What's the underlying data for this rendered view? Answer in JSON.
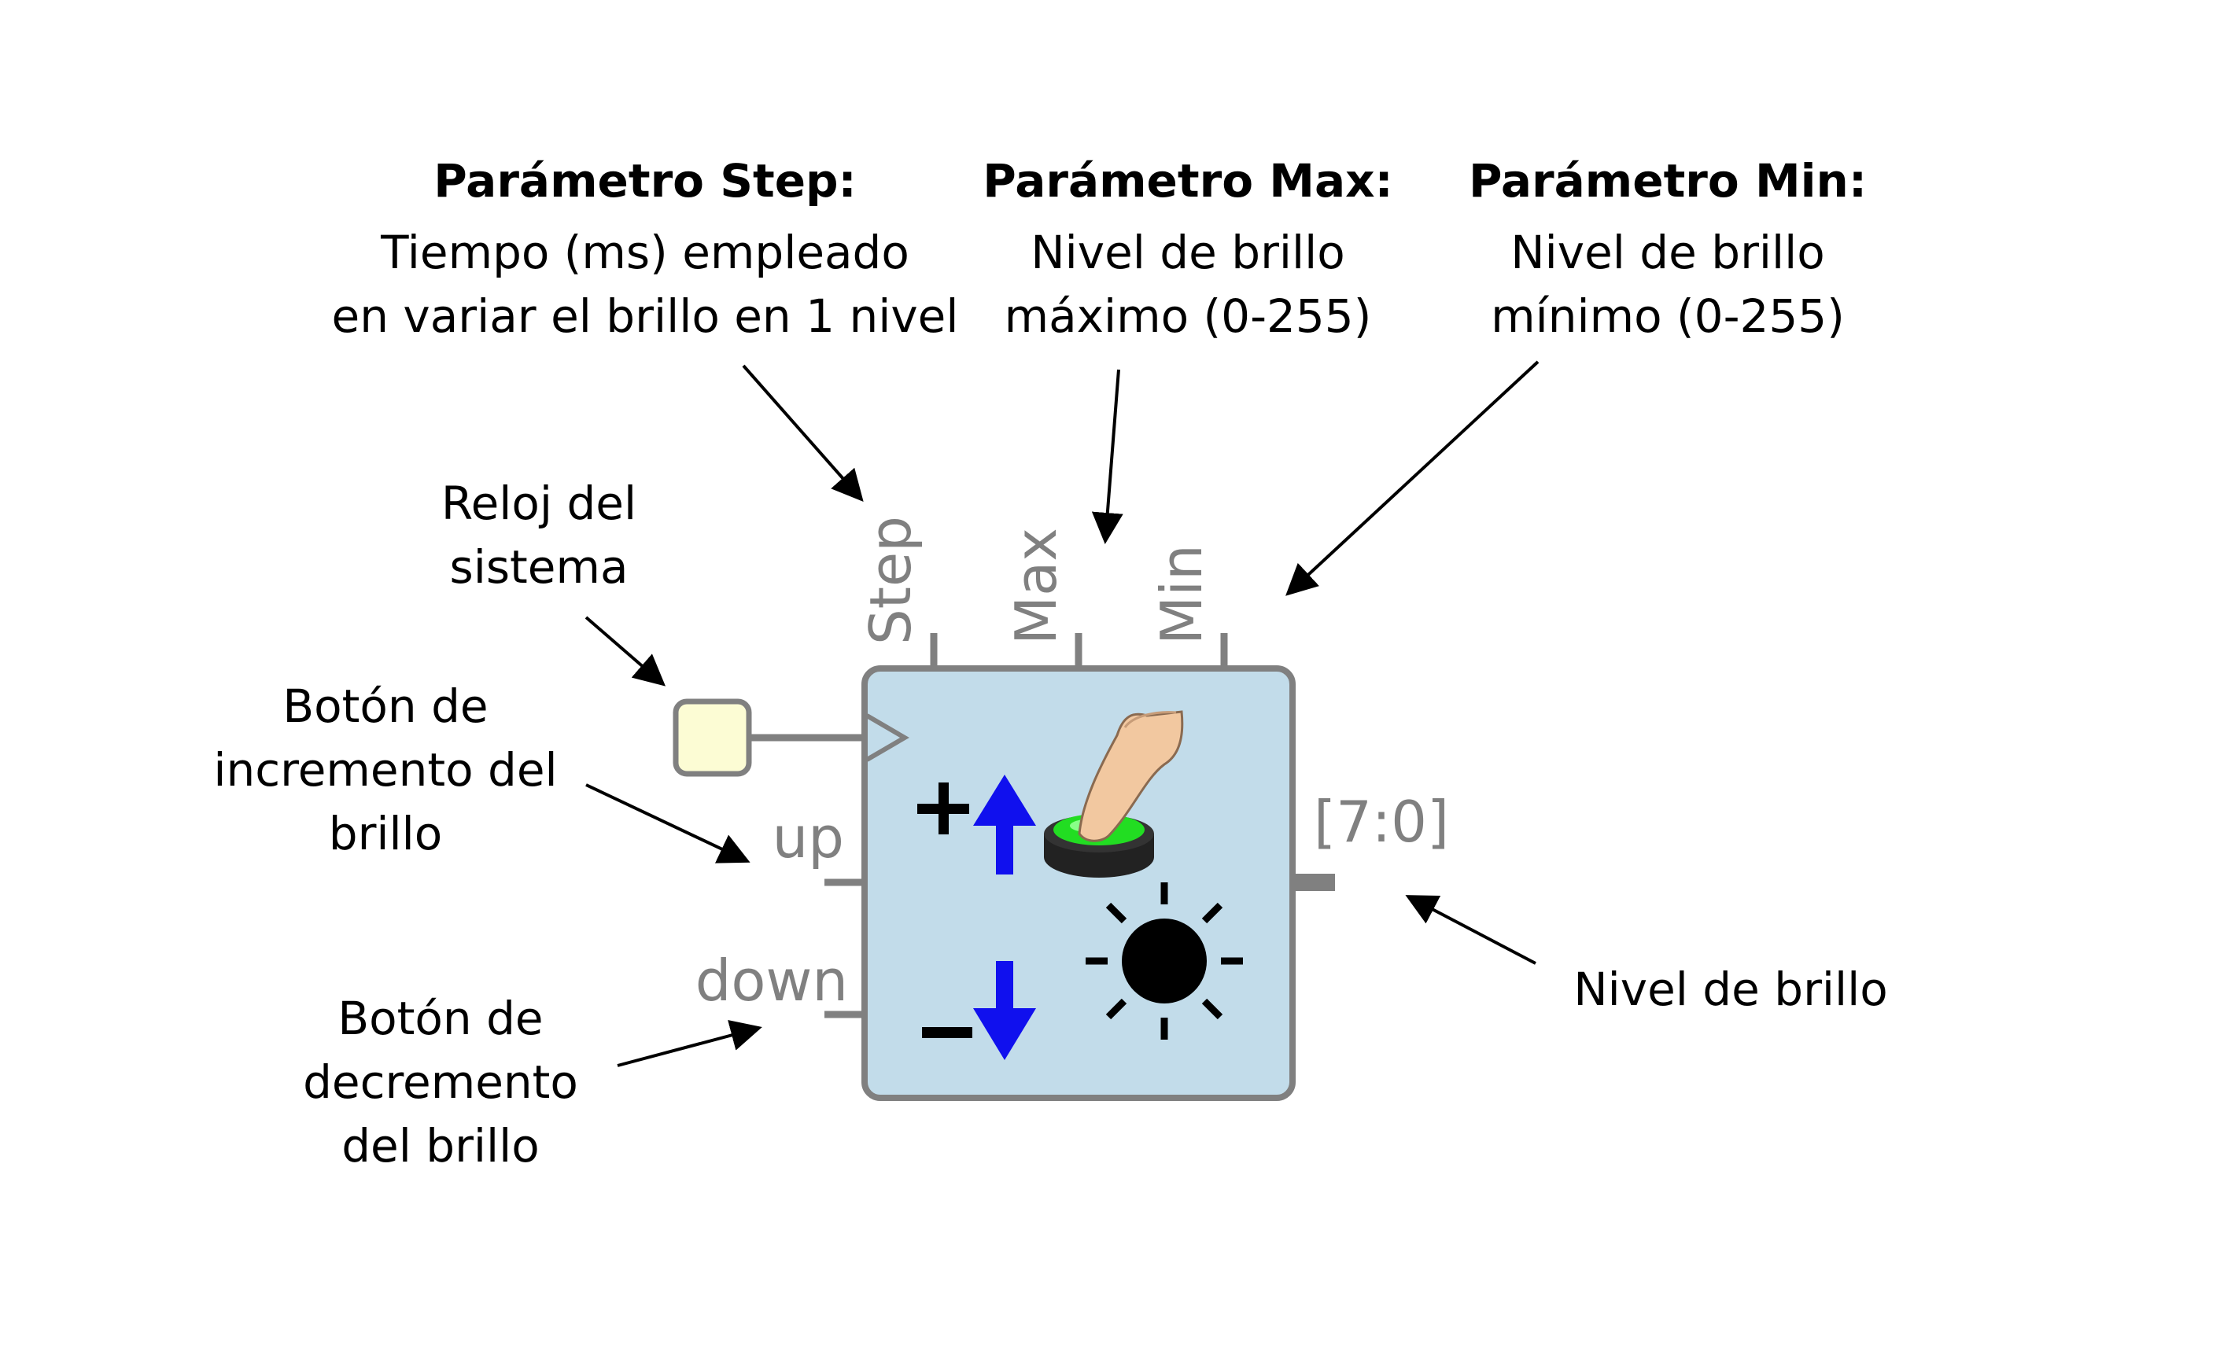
{
  "annotations": {
    "step": {
      "heading": "Parámetro Step:",
      "lines": [
        "Tiempo (ms) empleado",
        "en variar el brillo en 1 nivel"
      ]
    },
    "max": {
      "heading": "Parámetro Max:",
      "lines": [
        "Nivel de brillo",
        "máximo (0-255)"
      ]
    },
    "min": {
      "heading": "Parámetro Min:",
      "lines": [
        "Nivel de brillo",
        "mínimo (0-255)"
      ]
    },
    "clock": {
      "lines": [
        "Reloj del",
        "sistema"
      ]
    },
    "up_button": {
      "lines": [
        "Botón de",
        "incremento del",
        "brillo"
      ]
    },
    "down_button": {
      "lines": [
        "Botón de",
        "decremento",
        "del brillo"
      ]
    },
    "output": {
      "lines": [
        "Nivel de brillo"
      ]
    }
  },
  "ports": {
    "step": "Step",
    "max": "Max",
    "min": "Min",
    "up": "up",
    "down": "down",
    "out": "[7:0]"
  },
  "icons": [
    "plus-icon",
    "up-arrow-icon",
    "minus-icon",
    "down-arrow-icon",
    "push-button-icon",
    "sun-icon"
  ],
  "colors": {
    "block_fill": "#c2dcea",
    "block_stroke": "#808080",
    "clock_fill": "#fcfcd4",
    "arrow_blue": "#1010ee",
    "button_green": "#22dd22"
  }
}
